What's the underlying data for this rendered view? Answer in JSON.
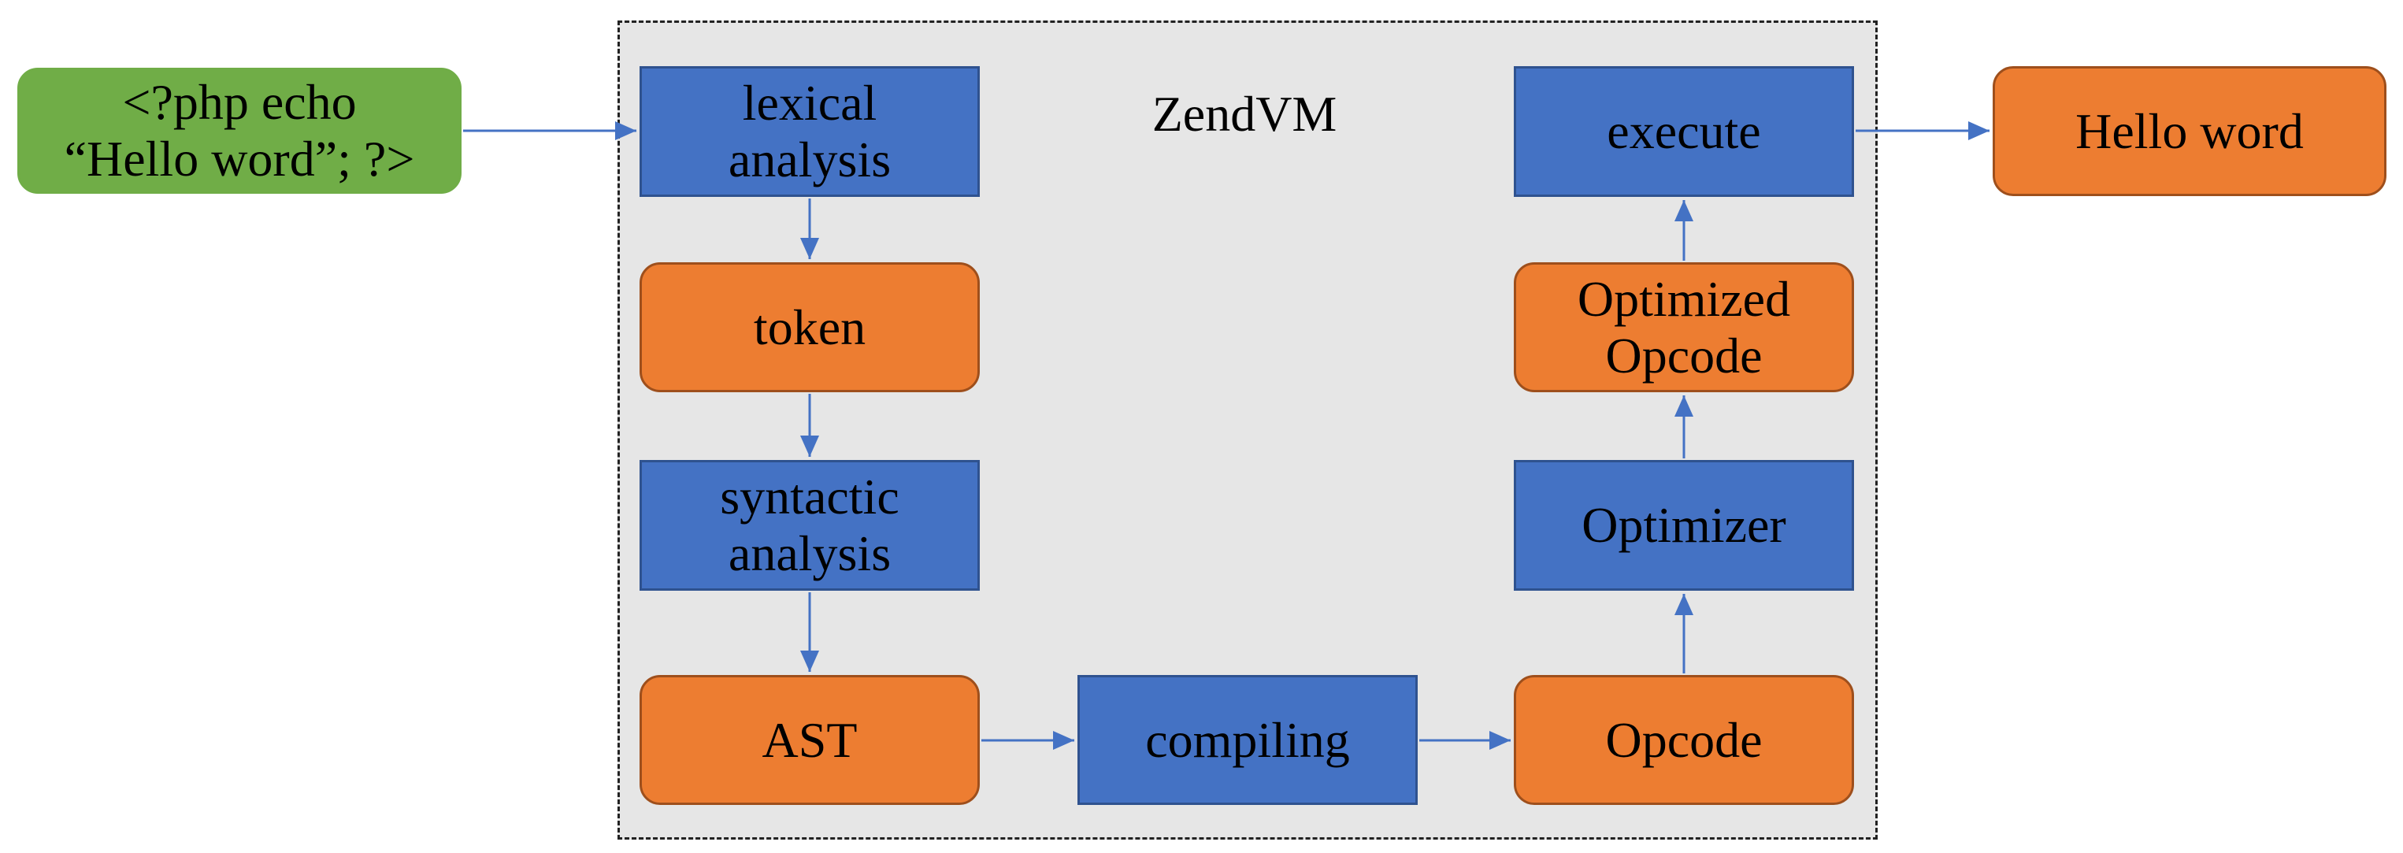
{
  "diagram": {
    "container_label": "ZendVM",
    "input_node": "<?php echo\n“Hello word”; ?>",
    "output_node": "Hello word",
    "nodes": {
      "lexical_analysis": "lexical\nanalysis",
      "token": "token",
      "syntactic_analysis": "syntactic\nanalysis",
      "ast": "AST",
      "compiling": "compiling",
      "opcode": "Opcode",
      "optimizer": "Optimizer",
      "optimized_opcode": "Optimized\nOpcode",
      "execute": "execute"
    },
    "colors": {
      "process_blue": "#4472c4",
      "data_orange": "#ed7d31",
      "input_green": "#70ad47",
      "container_gray": "#e6e6e6",
      "arrow": "#4472c4"
    }
  }
}
